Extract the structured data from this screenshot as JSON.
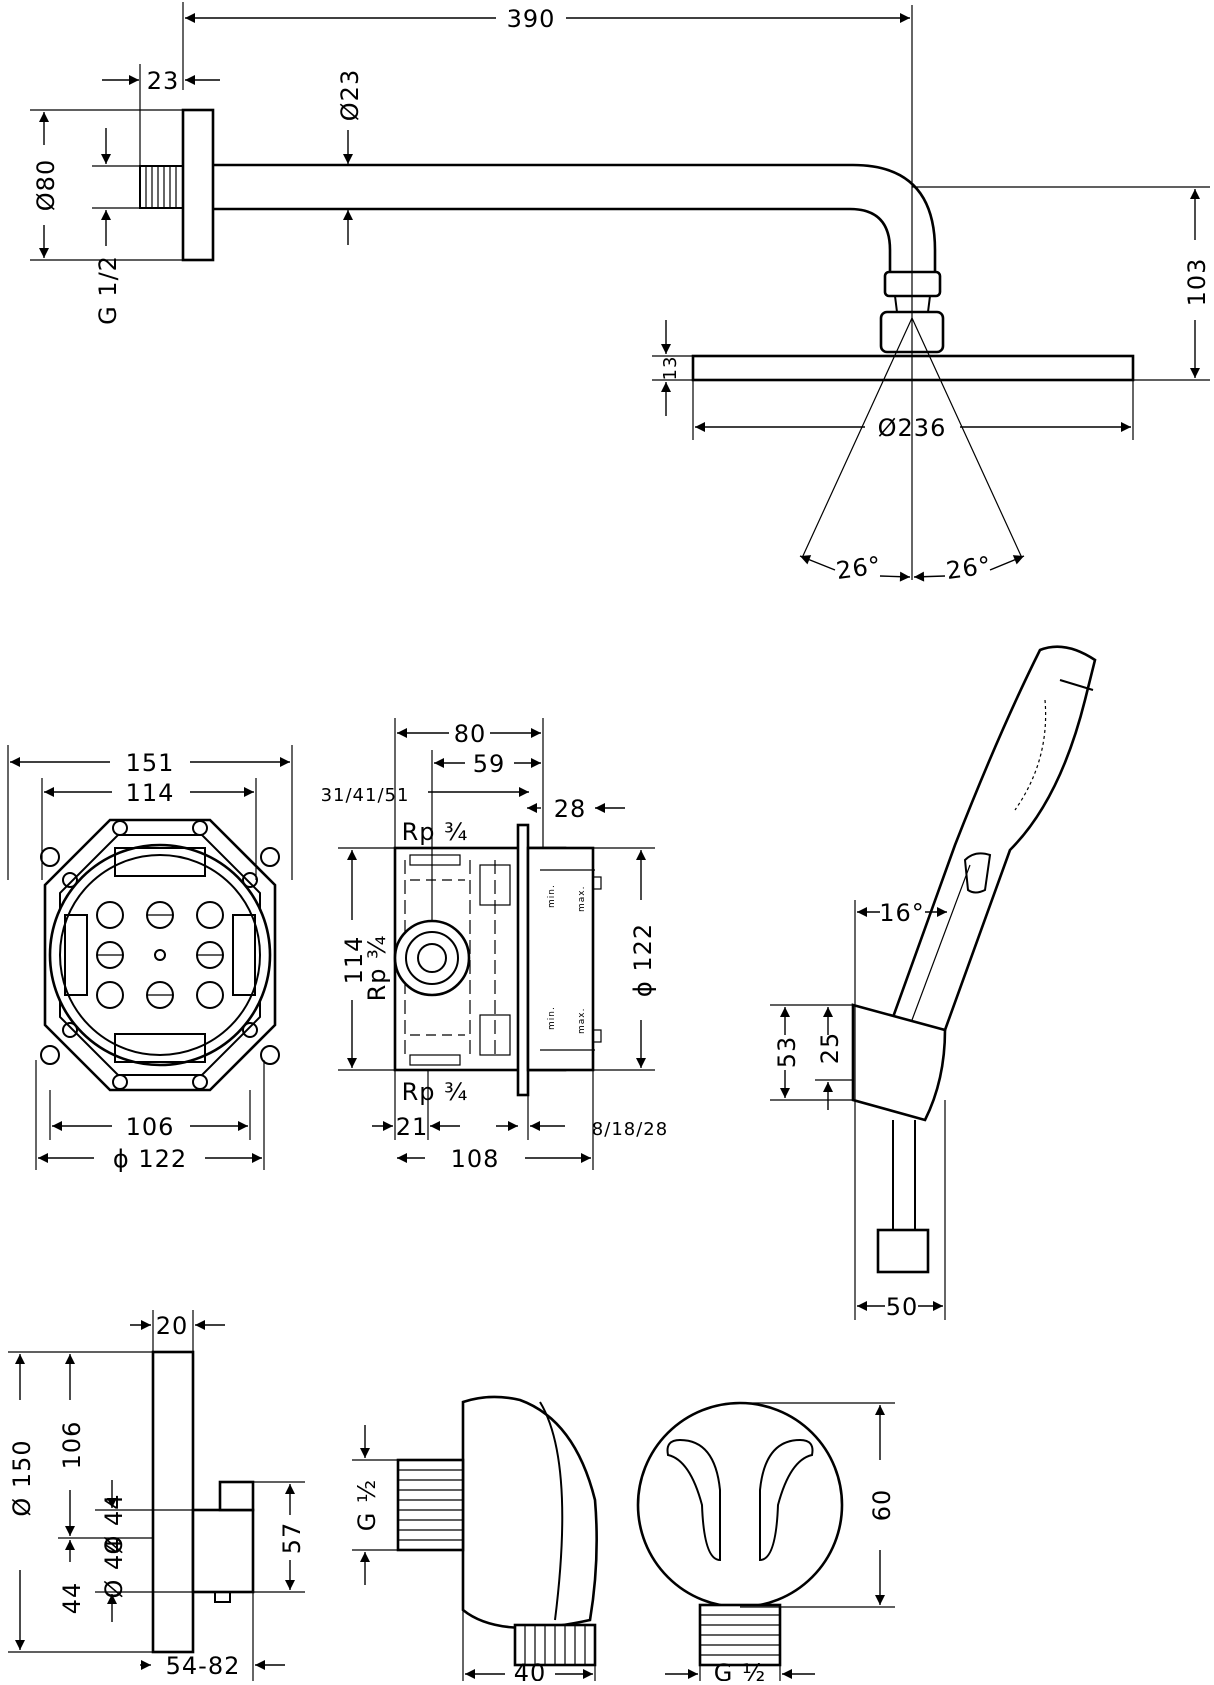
{
  "dims": {
    "shower_arm": {
      "overall_width": "390",
      "wall_flange_depth": "23",
      "arm_diameter": "Ø23",
      "flange_diameter": "Ø80",
      "thread": "G 1/2",
      "head_height": "13",
      "arm_drop": "103",
      "head_diameter": "Ø236",
      "spray_angle_left": "26°",
      "spray_angle_right": "26°"
    },
    "box_front": {
      "width_outer": "151",
      "width_inner": "114",
      "bottom_inner": "106",
      "bottom_outer": "ϕ 122"
    },
    "box_side": {
      "depth": "80",
      "depth_inner": "59",
      "install_depth": "31/41/51",
      "plaster": "28",
      "height": "114",
      "right_diameter": "ϕ 122",
      "port_top": "Rp ¾",
      "port_left": "Rp ¾",
      "port_bottom": "Rp ¾",
      "offset": "21",
      "adjust": "8/18/28",
      "overall_depth": "108",
      "label_min": "min.",
      "label_max": "max."
    },
    "hand_shower": {
      "angle": "16°",
      "holder_height": "53",
      "holder_inner": "25",
      "width": "50"
    },
    "thermostat": {
      "plate_depth": "20",
      "plate_diameter": "Ø 150",
      "plate_height": "106",
      "knob_diameter": "Ø 44",
      "knob_height": "44",
      "knob_depth": "57",
      "projection": "54-82"
    },
    "outlet": {
      "thread": "G ½",
      "projection": "40",
      "height": "60",
      "thread_bottom": "G ½"
    }
  }
}
